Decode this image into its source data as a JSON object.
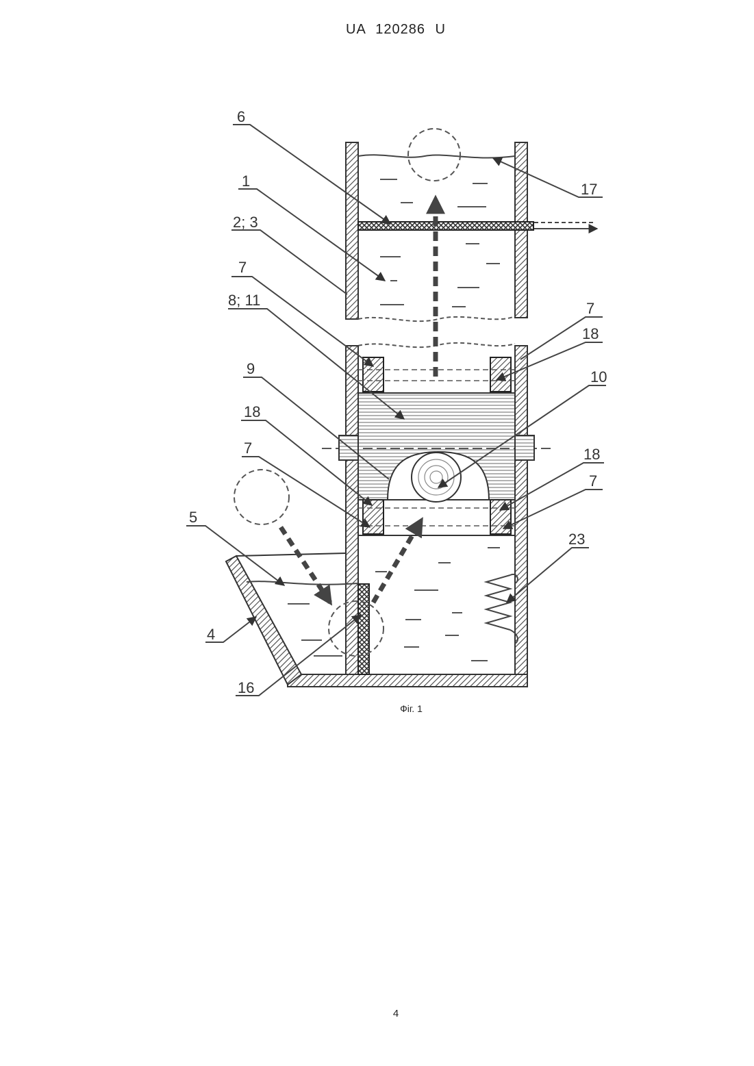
{
  "header": {
    "doc_id": "UA   120286   U"
  },
  "figure": {
    "caption": "Фіг. 1",
    "labels": {
      "l6": "6",
      "l1": "1",
      "l2_3": "2; 3",
      "l7a": "7",
      "l8_11": "8; 11",
      "l9": "9",
      "l18a": "18",
      "l7b": "7",
      "l5": "5",
      "l4": "4",
      "l16": "16",
      "l17": "17",
      "l7c": "7",
      "l18b": "18",
      "l10": "10",
      "l18c": "18",
      "l7d": "7",
      "l23": "23"
    }
  },
  "footer": {
    "page_number": "4"
  }
}
